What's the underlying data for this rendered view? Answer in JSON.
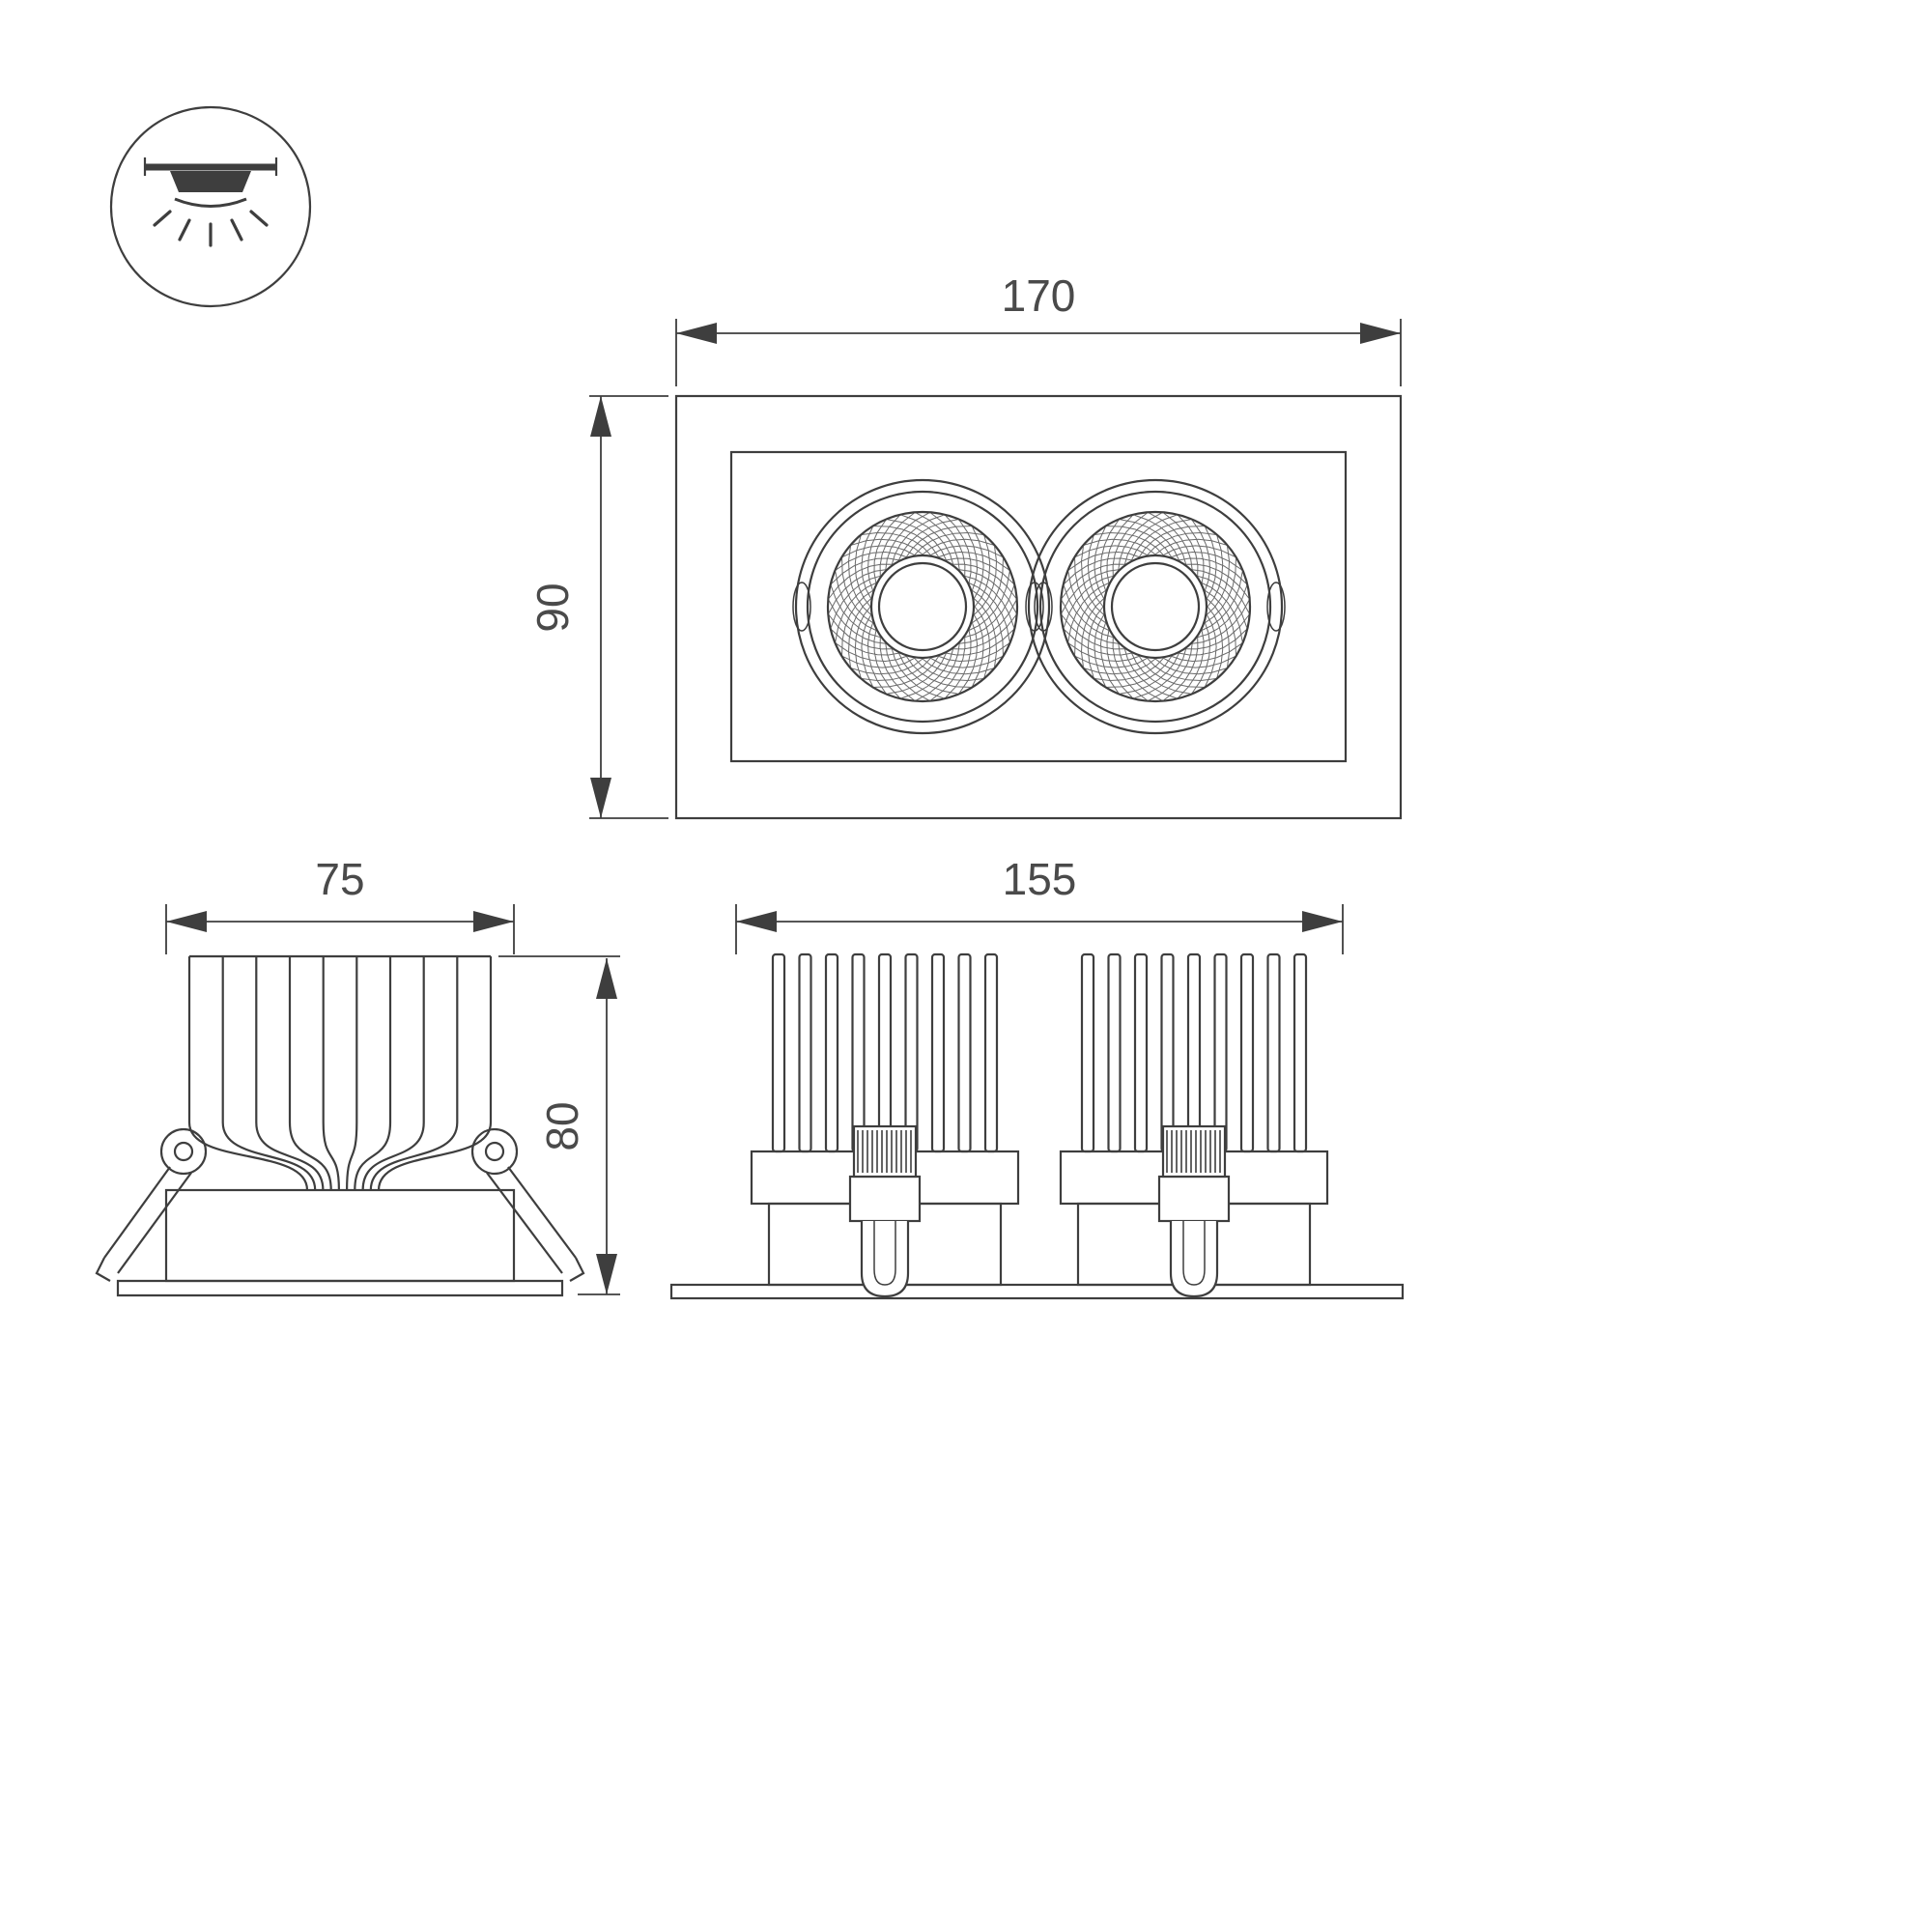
{
  "drawing": {
    "icon": "recessed-downlight",
    "dimensions": {
      "top_width": "170",
      "top_height": "90",
      "side_width": "75",
      "side_height": "80",
      "bottom_width": "155"
    },
    "colors": {
      "line": "#3e3e3e",
      "text": "#4a4a4a",
      "background": "#ffffff"
    }
  }
}
